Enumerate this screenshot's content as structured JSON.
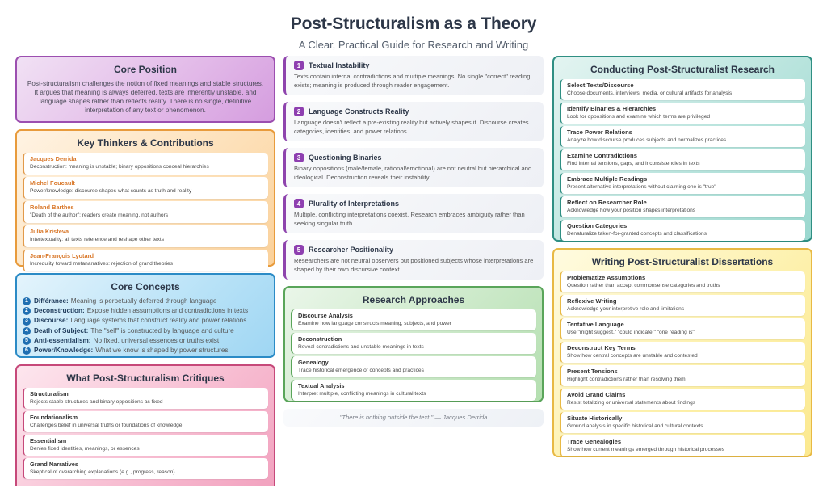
{
  "header": {
    "title": "Post-Structuralism as a Theory",
    "subtitle": "A Clear, Practical Guide for Research and Writing"
  },
  "core_position": {
    "title": "Core Position",
    "text": "Post-structuralism challenges the notion of fixed meanings and stable structures. It argues that meaning is always deferred, texts are inherently unstable, and language shapes rather than reflects reality. There is no single, definitive interpretation of any text or phenomenon."
  },
  "thinkers": {
    "title": "Key Thinkers & Contributions",
    "items": [
      {
        "name": "Jacques Derrida",
        "desc": "Deconstruction: meaning is unstable; binary oppositions conceal hierarchies"
      },
      {
        "name": "Michel Foucault",
        "desc": "Power/knowledge: discourse shapes what counts as truth and reality"
      },
      {
        "name": "Roland Barthes",
        "desc": "\"Death of the author\": readers create meaning, not authors"
      },
      {
        "name": "Julia Kristeva",
        "desc": "Intertextuality: all texts reference and reshape other texts"
      },
      {
        "name": "Jean-François Lyotard",
        "desc": "Incredulity toward metanarratives: rejection of grand theories"
      }
    ]
  },
  "concepts": {
    "title": "Core Concepts",
    "items": [
      {
        "num": "1",
        "term": "Différance:",
        "desc": "Meaning is perpetually deferred through language"
      },
      {
        "num": "2",
        "term": "Deconstruction:",
        "desc": "Expose hidden assumptions and contradictions in texts"
      },
      {
        "num": "3",
        "term": "Discourse:",
        "desc": "Language systems that construct reality and power relations"
      },
      {
        "num": "4",
        "term": "Death of Subject:",
        "desc": "The \"self\" is constructed by language and culture"
      },
      {
        "num": "5",
        "term": "Anti-essentialism:",
        "desc": "No fixed, universal essences or truths exist"
      },
      {
        "num": "6",
        "term": "Power/Knowledge:",
        "desc": "What we know is shaped by power structures"
      }
    ]
  },
  "critiques": {
    "title": "What Post-Structuralism Critiques",
    "items": [
      {
        "name": "Structuralism",
        "desc": "Rejects stable structures and binary oppositions as fixed"
      },
      {
        "name": "Foundationalism",
        "desc": "Challenges belief in universal truths or foundations of knowledge"
      },
      {
        "name": "Essentialism",
        "desc": "Denies fixed identities, meanings, or essences"
      },
      {
        "name": "Grand Narratives",
        "desc": "Skeptical of overarching explanations (e.g., progress, reason)"
      }
    ]
  },
  "principles": [
    {
      "num": "1",
      "title": "Textual Instability",
      "desc": "Texts contain internal contradictions and multiple meanings. No single \"correct\" reading exists; meaning is produced through reader engagement."
    },
    {
      "num": "2",
      "title": "Language Constructs Reality",
      "desc": "Language doesn't reflect a pre-existing reality but actively shapes it. Discourse creates categories, identities, and power relations."
    },
    {
      "num": "3",
      "title": "Questioning Binaries",
      "desc": "Binary oppositions (male/female, rational/emotional) are not neutral but hierarchical and ideological. Deconstruction reveals their instability."
    },
    {
      "num": "4",
      "title": "Plurality of Interpretations",
      "desc": "Multiple, conflicting interpretations coexist. Research embraces ambiguity rather than seeking singular truth."
    },
    {
      "num": "5",
      "title": "Researcher Positionality",
      "desc": "Researchers are not neutral observers but positioned subjects whose interpretations are shaped by their own discursive context."
    }
  ],
  "research_approaches": {
    "title": "Research Approaches",
    "items": [
      {
        "name": "Discourse Analysis",
        "desc": "Examine how language constructs meaning, subjects, and power"
      },
      {
        "name": "Deconstruction",
        "desc": "Reveal contradictions and unstable meanings in texts"
      },
      {
        "name": "Genealogy",
        "desc": "Trace historical emergence of concepts and practices"
      },
      {
        "name": "Textual Analysis",
        "desc": "Interpret multiple, conflicting meanings in cultural texts"
      }
    ]
  },
  "quote": "\"There is nothing outside the text.\" — Jacques Derrida",
  "conducting": {
    "title": "Conducting Post-Structuralist Research",
    "items": [
      {
        "name": "Select Texts/Discourse",
        "desc": "Choose documents, interviews, media, or cultural artifacts for analysis"
      },
      {
        "name": "Identify Binaries & Hierarchies",
        "desc": "Look for oppositions and examine which terms are privileged"
      },
      {
        "name": "Trace Power Relations",
        "desc": "Analyze how discourse produces subjects and normalizes practices"
      },
      {
        "name": "Examine Contradictions",
        "desc": "Find internal tensions, gaps, and inconsistencies in texts"
      },
      {
        "name": "Embrace Multiple Readings",
        "desc": "Present alternative interpretations without claiming one is \"true\""
      },
      {
        "name": "Reflect on Researcher Role",
        "desc": "Acknowledge how your position shapes interpretations"
      },
      {
        "name": "Question Categories",
        "desc": "Denaturalize taken-for-granted concepts and classifications"
      }
    ]
  },
  "writing": {
    "title": "Writing Post-Structuralist Dissertations",
    "items": [
      {
        "name": "Problematize Assumptions",
        "desc": "Question rather than accept commonsense categories and truths"
      },
      {
        "name": "Reflexive Writing",
        "desc": "Acknowledge your interpretive role and limitations"
      },
      {
        "name": "Tentative Language",
        "desc": "Use \"might suggest,\" \"could indicate,\" \"one reading is\""
      },
      {
        "name": "Deconstruct Key Terms",
        "desc": "Show how central concepts are unstable and contested"
      },
      {
        "name": "Present Tensions",
        "desc": "Highlight contradictions rather than resolving them"
      },
      {
        "name": "Avoid Grand Claims",
        "desc": "Resist totalizing or universal statements about findings"
      },
      {
        "name": "Situate Historically",
        "desc": "Ground analysis in specific historical and cultural contexts"
      },
      {
        "name": "Trace Genealogies",
        "desc": "Show how current meanings emerged through historical processes"
      }
    ]
  },
  "colors": {
    "core_position": "#9c4fb0",
    "thinkers": "#e89b3c",
    "concepts": "#2b8bc6",
    "critiques": "#c6497a",
    "principles_accent": "#8e3fb0",
    "research_approaches": "#5aa55a",
    "conducting": "#2f8f83",
    "writing": "#e8b944"
  }
}
